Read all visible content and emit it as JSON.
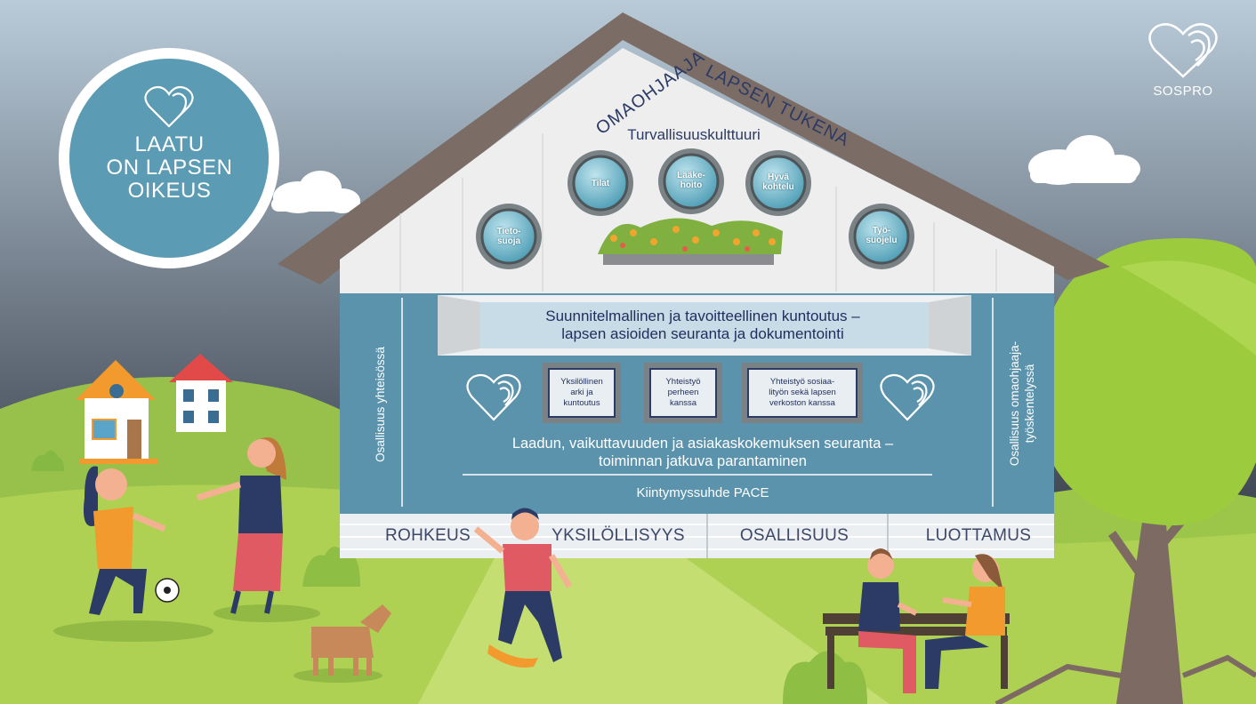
{
  "badge": {
    "lines": [
      "LAATU",
      "ON LAPSEN",
      "OIKEUS"
    ]
  },
  "logo": {
    "name": "SOSPRO",
    "icon": "heart-logo-icon"
  },
  "roof": {
    "word1": "OMAOHJAAJA",
    "word2": "LAPSEN TUKENA"
  },
  "attic": {
    "title": "Turvallisuuskulttuuri",
    "windows": [
      {
        "label": "Tieto-\nsuoja"
      },
      {
        "label": "Tilat"
      },
      {
        "label": "Lääke-\nhoito"
      },
      {
        "label": "Hyvä\nkohtelu"
      },
      {
        "label": "Työ-\nsuojelu"
      }
    ]
  },
  "main": {
    "panel_lines": [
      "Suunnitelmallinen ja tavoitteellinen kuntoutus –",
      "lapsen asioiden seuranta ja dokumentointi"
    ],
    "boxes": [
      {
        "label": "Yksilöllinen\narki ja\nkuntoutus"
      },
      {
        "label": "Yhteistyö\nperheen\nkanssa"
      },
      {
        "label": "Yhteistyö sosiaa-\nlityön sekä lapsen\nverkoston kanssa"
      }
    ],
    "quality_lines": [
      "Laadun, vaikuttavuuden ja asiakaskokemuksen seuranta –",
      "toiminnan jatkuva parantaminen"
    ],
    "attachment": "Kiintymyssuhde PACE",
    "left_vertical": "Osallisuus yhteisössä",
    "right_vertical": [
      "Osallisuus omaohjaaja-",
      "työskentelyssä"
    ]
  },
  "foundation": [
    "ROHKEUS",
    "YKSILÖLLISYYS",
    "OSALLISUUS",
    "LUOTTAMUS"
  ],
  "colors": {
    "sky_top": "#b6c7d6",
    "sky_dark": "#3b4450",
    "house_blue": "#5b93ad",
    "roof_brown": "#7b6d66",
    "grass": "#a9cf4f",
    "text_navy": "#2c3a66"
  }
}
